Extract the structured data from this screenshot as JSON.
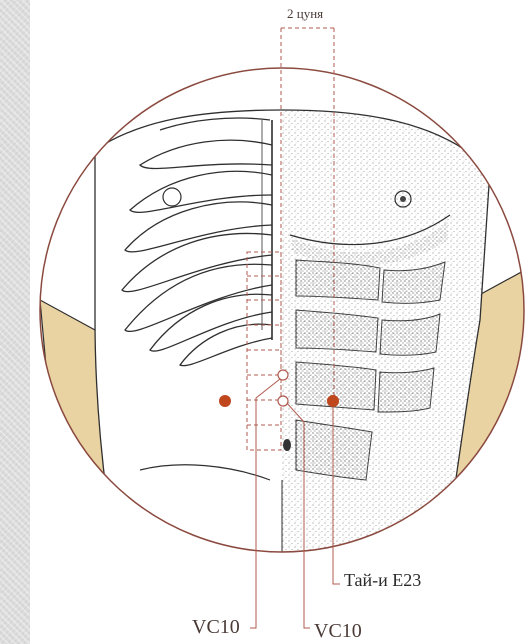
{
  "labels": {
    "width": "2 цуня",
    "taiyi": "Тай-и E23",
    "vc_left": "VC10",
    "vc_right": "VC10"
  },
  "colors": {
    "circle_outline": "#8b4a3f",
    "point_fill": "#c0471d",
    "skin_tone": "#e9d3a3",
    "guide_line": "#b05b4f",
    "ink": "#2f2f2f"
  },
  "icons": [
    "acupoint-marker",
    "reference-point-marker"
  ]
}
